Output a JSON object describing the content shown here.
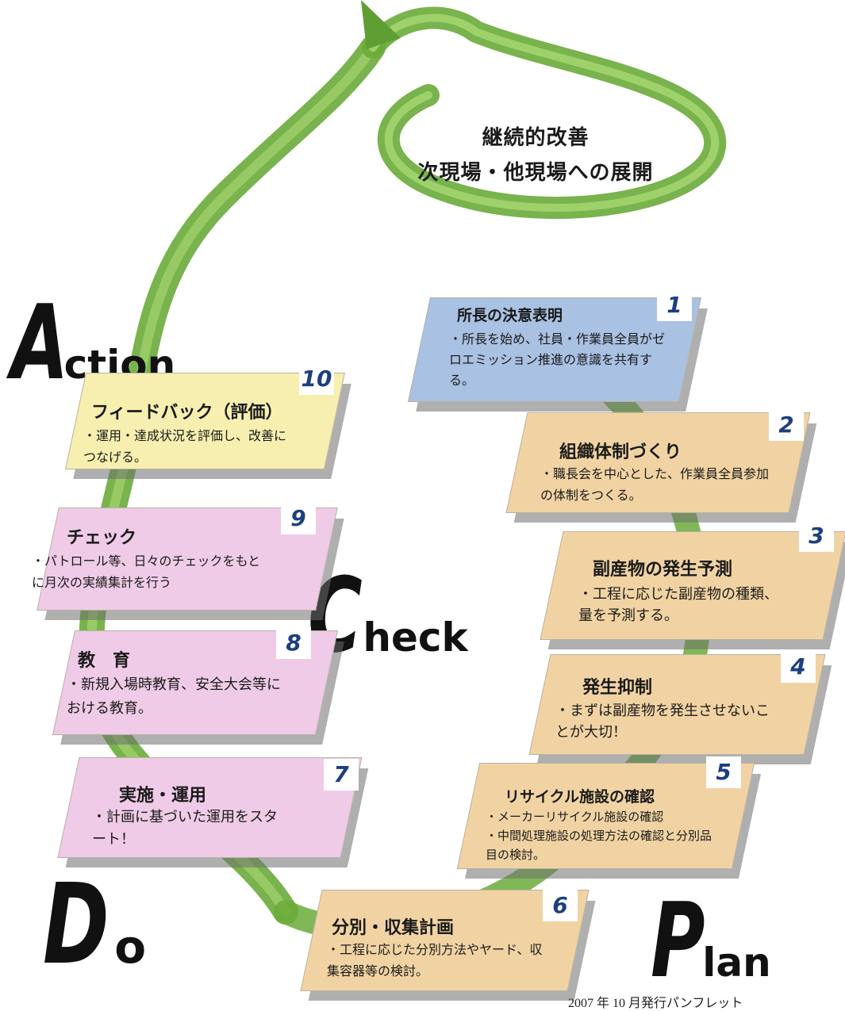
{
  "banner": {
    "line1": "継続的改善",
    "line2": "次現場・他現場への展開"
  },
  "phases": {
    "action": {
      "initial": "A",
      "rest": "ction"
    },
    "check": {
      "initial": "C",
      "rest": "heck"
    },
    "do": {
      "initial": "D",
      "rest": "o"
    },
    "plan": {
      "initial": "P",
      "rest": "lan"
    }
  },
  "steps": [
    {
      "number": "1",
      "title": "所長の決意表明",
      "desc": "・所長を始め、社員・作業員全員がゼロエミッション推進の意識を共有する。",
      "color": "#a9c1e2"
    },
    {
      "number": "2",
      "title": "組織体制づくり",
      "desc": "・職長会を中心とした、作業員全員参加の体制をつくる。",
      "color": "#f1d3a3"
    },
    {
      "number": "3",
      "title": "副産物の発生予測",
      "desc": "・工程に応じた副産物の種類、量を予測する。",
      "color": "#f1d3a3"
    },
    {
      "number": "4",
      "title": "発生抑制",
      "desc": "・まずは副産物を発生させないことが大切！",
      "color": "#f1d3a3"
    },
    {
      "number": "5",
      "title": "リサイクル施設の確認",
      "desc": "・メーカーリサイクル施設の確認\n・中間処理施設の処理方法の確認と分別品目の検討。",
      "color": "#f1d3a3"
    },
    {
      "number": "6",
      "title": "分別・収集計画",
      "desc": "・工程に応じた分別方法やヤード、収集容器等の検討。",
      "color": "#f1d3a3"
    },
    {
      "number": "7",
      "title": "実施・運用",
      "desc": "・計画に基づいた運用をスタート！",
      "color": "#efcbe7"
    },
    {
      "number": "8",
      "title": "教　育",
      "desc": "・新規入場時教育、安全大会等における教育。",
      "color": "#efcbe7"
    },
    {
      "number": "9",
      "title": "チェック",
      "desc": "・パトロール等、日々のチェックをもとに月次の実績集計を行う",
      "color": "#efcbe7"
    },
    {
      "number": "10",
      "title": "フィードバック（評価）",
      "desc": "・運用・達成状況を評価し、改善につなげる。",
      "color": "#f6efb0"
    }
  ],
  "footer": "2007 年 10 月発行パンフレット"
}
